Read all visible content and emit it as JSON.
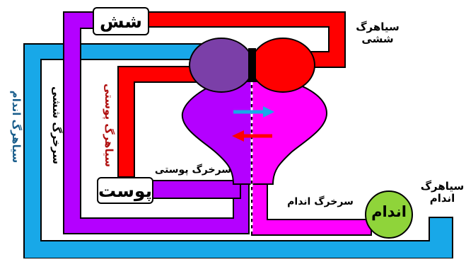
{
  "labels": {
    "lungs": "شش",
    "skin": "پوست",
    "body": "اندام",
    "pulmonary_vein": "سیاهرگ\nششی",
    "systemic_vein": "سیاهرگ\nاندام",
    "pulmonary_artery": "سرخرگ ششی",
    "skin_vein": "سیاهرگ پوستی",
    "skin_artery": "سرخرگ پوستی",
    "body_artery": "سرخرگ اندام",
    "body_vein_left": "سیاهرگ اندام"
  },
  "colors": {
    "oxygenated": "#ff0000",
    "deoxygenated": "#7b2fbe",
    "mixed_purple": "#b400ff",
    "mixed_magenta": "#ff00ff",
    "systemic_vein": "#18a8e8",
    "body_fill": "#8fd43a",
    "left_atrium": "#7b3fa8",
    "label_dark_red": "#b01010",
    "label_blue": "#1a5e8c"
  }
}
